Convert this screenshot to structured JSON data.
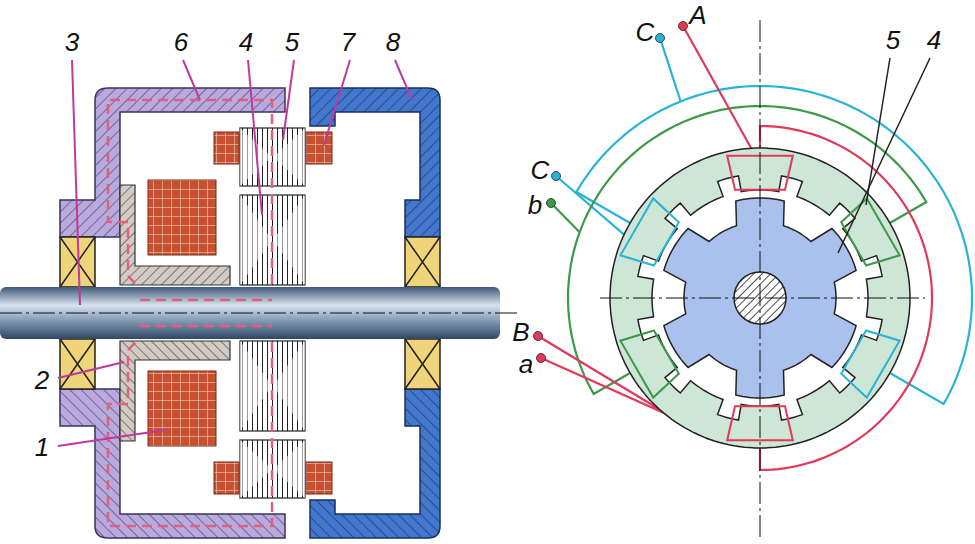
{
  "diagram": {
    "labels": [
      "3",
      "6",
      "4",
      "5",
      "7",
      "8",
      "2",
      "1",
      "C",
      "A",
      "5",
      "4",
      "C",
      "b",
      "B",
      "a"
    ]
  }
}
